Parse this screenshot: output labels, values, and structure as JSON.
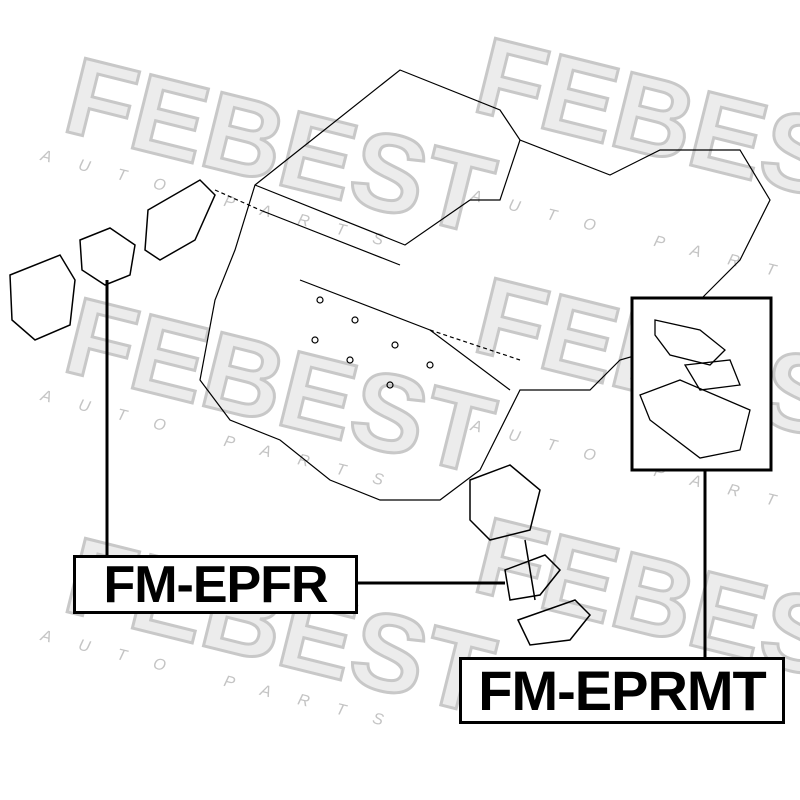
{
  "watermark": {
    "brand": "FEBEST",
    "tagline": "AUTO PARTS"
  },
  "labels": [
    {
      "part_number": "FM-EPFR"
    },
    {
      "part_number": "FM-EPRMT"
    }
  ]
}
